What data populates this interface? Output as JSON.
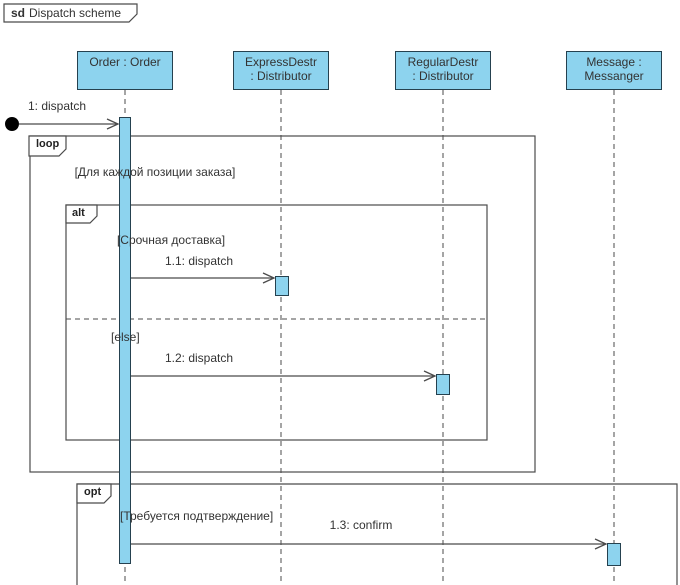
{
  "title": {
    "keyword": "sd",
    "name": "Dispatch scheme"
  },
  "lifelines": [
    {
      "name": "Order : Order"
    },
    {
      "name": "ExpressDestr\n: Distributor"
    },
    {
      "name": "RegularDestr\n: Distributor"
    },
    {
      "name": "Message :\nMessanger"
    }
  ],
  "fragments": {
    "loop": {
      "operator": "loop",
      "guard": "[Для каждой позиции заказа]"
    },
    "alt": {
      "operator": "alt",
      "guard_if": "[Срочная доставка]",
      "guard_else": "[else]"
    },
    "opt": {
      "operator": "opt",
      "guard": "[Требуется подтверждение]"
    }
  },
  "messages": [
    {
      "label": "1: dispatch"
    },
    {
      "label": "1.1: dispatch"
    },
    {
      "label": "1.2: dispatch"
    },
    {
      "label": "1.3: confirm"
    }
  ],
  "colors": {
    "shape-fill": "#8dd3ee",
    "shape-border": "#25414f",
    "line": "#4b4b4b",
    "text": "#333333"
  }
}
